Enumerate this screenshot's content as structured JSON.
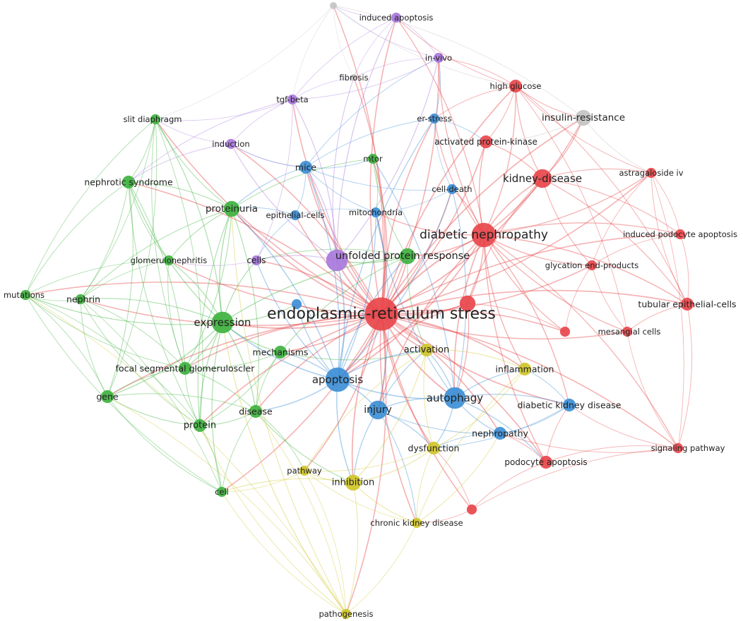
{
  "palette": {
    "red": "#e8474b",
    "green": "#3fb23f",
    "blue": "#3d8fd6",
    "purple": "#a878dc",
    "yellow": "#cfc62a",
    "gray": "#c4c4c4"
  },
  "nodes": [
    {
      "id": "ers",
      "label": "endoplasmic-reticulum stress",
      "cluster": "red",
      "weight": 10
    },
    {
      "id": "dn",
      "label": "diabetic nephropathy",
      "cluster": "red",
      "weight": 7
    },
    {
      "id": "kd",
      "label": "kidney-disease",
      "cluster": "red",
      "weight": 5
    },
    {
      "id": "hg",
      "label": "high glucose",
      "cluster": "red",
      "weight": 3
    },
    {
      "id": "apk",
      "label": "activated protein-kinase",
      "cluster": "red",
      "weight": 3
    },
    {
      "id": "asiv",
      "label": "astragaloside iv",
      "cluster": "red",
      "weight": 2
    },
    {
      "id": "ipa",
      "label": "induced podocyte apoptosis",
      "cluster": "red",
      "weight": 2
    },
    {
      "id": "gep",
      "label": "glycation end-products",
      "cluster": "red",
      "weight": 2
    },
    {
      "id": "tec",
      "label": "tubular epithelial-cells",
      "cluster": "red",
      "weight": 3
    },
    {
      "id": "mc",
      "label": "mesangial cells",
      "cluster": "red",
      "weight": 2
    },
    {
      "id": "sp",
      "label": "signaling pathway",
      "cluster": "red",
      "weight": 2
    },
    {
      "id": "pa",
      "label": "podocyte apoptosis",
      "cluster": "red",
      "weight": 3
    },
    {
      "id": "r1",
      "label": "",
      "cluster": "red",
      "weight": 4
    },
    {
      "id": "r2",
      "label": "",
      "cluster": "red",
      "weight": 2
    },
    {
      "id": "r3",
      "label": "",
      "cluster": "red",
      "weight": 2
    },
    {
      "id": "sd",
      "label": "slit diaphragm",
      "cluster": "green",
      "weight": 2
    },
    {
      "id": "ns",
      "label": "nephrotic syndrome",
      "cluster": "green",
      "weight": 3
    },
    {
      "id": "pu",
      "label": "proteinuria",
      "cluster": "green",
      "weight": 4
    },
    {
      "id": "gn",
      "label": "glomerulonephritis",
      "cluster": "green",
      "weight": 2
    },
    {
      "id": "mut",
      "label": "mutations",
      "cluster": "green",
      "weight": 2
    },
    {
      "id": "nep",
      "label": "nephrin",
      "cluster": "green",
      "weight": 2
    },
    {
      "id": "exp",
      "label": "expression",
      "cluster": "green",
      "weight": 6
    },
    {
      "id": "mech",
      "label": "mechanisms",
      "cluster": "green",
      "weight": 3
    },
    {
      "id": "fsg",
      "label": "focal segmental glomeruloscler",
      "cluster": "green",
      "weight": 3
    },
    {
      "id": "gene",
      "label": "gene",
      "cluster": "green",
      "weight": 3
    },
    {
      "id": "dis",
      "label": "disease",
      "cluster": "green",
      "weight": 3
    },
    {
      "id": "prot",
      "label": "protein",
      "cluster": "green",
      "weight": 3
    },
    {
      "id": "cell",
      "label": "cell",
      "cluster": "green",
      "weight": 2
    },
    {
      "id": "mtor",
      "label": "mtor",
      "cluster": "green",
      "weight": 2
    },
    {
      "id": "upr",
      "label": "unfolded protein response",
      "cluster": "green",
      "weight": 4
    },
    {
      "id": "mice",
      "label": "mice",
      "cluster": "blue",
      "weight": 3
    },
    {
      "id": "es",
      "label": "er-stress",
      "cluster": "blue",
      "weight": 2
    },
    {
      "id": "cd",
      "label": "cell-death",
      "cluster": "blue",
      "weight": 2
    },
    {
      "id": "ec",
      "label": "epithelial-cells",
      "cluster": "blue",
      "weight": 2
    },
    {
      "id": "mito",
      "label": "mitochondria",
      "cluster": "blue",
      "weight": 2
    },
    {
      "id": "apo",
      "label": "apoptosis",
      "cluster": "blue",
      "weight": 7
    },
    {
      "id": "inj",
      "label": "injury",
      "cluster": "blue",
      "weight": 5
    },
    {
      "id": "aut",
      "label": "autophagy",
      "cluster": "blue",
      "weight": 6
    },
    {
      "id": "dkd",
      "label": "diabetic kidney disease",
      "cluster": "blue",
      "weight": 3
    },
    {
      "id": "neph",
      "label": "nephropathy",
      "cluster": "blue",
      "weight": 3
    },
    {
      "id": "b1",
      "label": "",
      "cluster": "blue",
      "weight": 2
    },
    {
      "id": "ia",
      "label": "induced apoptosis",
      "cluster": "purple",
      "weight": 2
    },
    {
      "id": "iv",
      "label": "in-vivo",
      "cluster": "purple",
      "weight": 2
    },
    {
      "id": "tgf",
      "label": "tgf-beta",
      "cluster": "purple",
      "weight": 2
    },
    {
      "id": "ind",
      "label": "induction",
      "cluster": "purple",
      "weight": 2
    },
    {
      "id": "cells",
      "label": "cells",
      "cluster": "purple",
      "weight": 2
    },
    {
      "id": "p1",
      "label": "",
      "cluster": "purple",
      "weight": 6
    },
    {
      "id": "act",
      "label": "activation",
      "cluster": "yellow",
      "weight": 3
    },
    {
      "id": "infl",
      "label": "inflammation",
      "cluster": "yellow",
      "weight": 3
    },
    {
      "id": "dys",
      "label": "dysfunction",
      "cluster": "yellow",
      "weight": 3
    },
    {
      "id": "pw",
      "label": "pathway",
      "cluster": "yellow",
      "weight": 2
    },
    {
      "id": "inh",
      "label": "inhibition",
      "cluster": "yellow",
      "weight": 4
    },
    {
      "id": "ckd",
      "label": "chronic kidney disease",
      "cluster": "yellow",
      "weight": 2
    },
    {
      "id": "path",
      "label": "pathogenesis",
      "cluster": "yellow",
      "weight": 2
    },
    {
      "id": "ir",
      "label": "insulin-resistance",
      "cluster": "gray",
      "weight": 4
    },
    {
      "id": "fib",
      "label": "fibrosis",
      "cluster": "gray",
      "weight": 1
    },
    {
      "id": "g1",
      "label": "",
      "cluster": "gray",
      "weight": 1
    }
  ],
  "links": [
    [
      "ers",
      "dn"
    ],
    [
      "ers",
      "kd"
    ],
    [
      "ers",
      "apo"
    ],
    [
      "ers",
      "aut"
    ],
    [
      "ers",
      "inj"
    ],
    [
      "ers",
      "upr"
    ],
    [
      "ers",
      "exp"
    ],
    [
      "ers",
      "act"
    ],
    [
      "ers",
      "hg"
    ],
    [
      "ers",
      "apk"
    ],
    [
      "ers",
      "mice"
    ],
    [
      "ers",
      "mito"
    ],
    [
      "ers",
      "es"
    ],
    [
      "ers",
      "cd"
    ],
    [
      "ers",
      "pu"
    ],
    [
      "ers",
      "dis"
    ],
    [
      "ers",
      "infl"
    ],
    [
      "ers",
      "dys"
    ],
    [
      "ers",
      "neph"
    ],
    [
      "ers",
      "dkd"
    ],
    [
      "ers",
      "pa"
    ],
    [
      "ers",
      "mc"
    ],
    [
      "ers",
      "tec"
    ],
    [
      "ers",
      "gep"
    ],
    [
      "ers",
      "ipa"
    ],
    [
      "ers",
      "asiv"
    ],
    [
      "ers",
      "sp"
    ],
    [
      "ers",
      "inh"
    ],
    [
      "ers",
      "pw"
    ],
    [
      "ers",
      "ckd"
    ],
    [
      "ers",
      "path"
    ],
    [
      "ers",
      "fsg"
    ],
    [
      "ers",
      "mech"
    ],
    [
      "ers",
      "prot"
    ],
    [
      "ers",
      "cell"
    ],
    [
      "ers",
      "gene"
    ],
    [
      "ers",
      "nep"
    ],
    [
      "ers",
      "mut"
    ],
    [
      "ers",
      "gn"
    ],
    [
      "ers",
      "ns"
    ],
    [
      "ers",
      "sd"
    ],
    [
      "ers",
      "ind"
    ],
    [
      "ers",
      "tgf"
    ],
    [
      "ers",
      "iv"
    ],
    [
      "ers",
      "ia"
    ],
    [
      "ers",
      "fib"
    ],
    [
      "ers",
      "ir"
    ],
    [
      "ers",
      "cells"
    ],
    [
      "ers",
      "ec"
    ],
    [
      "ers",
      "mtor"
    ],
    [
      "ers",
      "p1"
    ],
    [
      "ers",
      "r1"
    ],
    [
      "ers",
      "r2"
    ],
    [
      "ers",
      "r3"
    ],
    [
      "ers",
      "b1"
    ],
    [
      "ers",
      "g1"
    ],
    [
      "dn",
      "kd"
    ],
    [
      "dn",
      "hg"
    ],
    [
      "dn",
      "apk"
    ],
    [
      "dn",
      "asiv"
    ],
    [
      "dn",
      "ipa"
    ],
    [
      "dn",
      "gep"
    ],
    [
      "dn",
      "tec"
    ],
    [
      "dn",
      "mc"
    ],
    [
      "dn",
      "sp"
    ],
    [
      "dn",
      "pa"
    ],
    [
      "dn",
      "r1"
    ],
    [
      "dn",
      "r2"
    ],
    [
      "dn",
      "apo"
    ],
    [
      "dn",
      "aut"
    ],
    [
      "dn",
      "upr"
    ],
    [
      "dn",
      "ir"
    ],
    [
      "dn",
      "dkd"
    ],
    [
      "dn",
      "infl"
    ],
    [
      "dn",
      "es"
    ],
    [
      "dn",
      "cd"
    ],
    [
      "dn",
      "iv"
    ],
    [
      "dn",
      "ia"
    ],
    [
      "dn",
      "mito"
    ],
    [
      "dn",
      "inj"
    ],
    [
      "kd",
      "hg"
    ],
    [
      "kd",
      "apk"
    ],
    [
      "kd",
      "asiv"
    ],
    [
      "kd",
      "ir"
    ],
    [
      "kd",
      "ipa"
    ],
    [
      "kd",
      "gep"
    ],
    [
      "kd",
      "tec"
    ],
    [
      "kd",
      "r1"
    ],
    [
      "hg",
      "apk"
    ],
    [
      "hg",
      "iv"
    ],
    [
      "hg",
      "ia"
    ],
    [
      "hg",
      "asiv"
    ],
    [
      "hg",
      "tec"
    ],
    [
      "hg",
      "ir"
    ],
    [
      "hg",
      "mc"
    ],
    [
      "hg",
      "es"
    ],
    [
      "asiv",
      "ipa"
    ],
    [
      "asiv",
      "tec"
    ],
    [
      "asiv",
      "sp"
    ],
    [
      "asiv",
      "gep"
    ],
    [
      "ipa",
      "tec"
    ],
    [
      "ipa",
      "gep"
    ],
    [
      "tec",
      "sp"
    ],
    [
      "tec",
      "mc"
    ],
    [
      "mc",
      "gep"
    ],
    [
      "mc",
      "sp"
    ],
    [
      "pa",
      "sp"
    ],
    [
      "pa",
      "r3"
    ],
    [
      "pa",
      "dkd"
    ],
    [
      "pa",
      "neph"
    ],
    [
      "r3",
      "ckd"
    ],
    [
      "r3",
      "dys"
    ],
    [
      "sp",
      "dkd"
    ],
    [
      "sp",
      "r3"
    ],
    [
      "sp",
      "neph"
    ],
    [
      "gep",
      "r2"
    ],
    [
      "r1",
      "r2"
    ],
    [
      "r1",
      "apo"
    ],
    [
      "r1",
      "aut"
    ],
    [
      "apo",
      "aut"
    ],
    [
      "apo",
      "inj"
    ],
    [
      "apo",
      "mice"
    ],
    [
      "apo",
      "upr"
    ],
    [
      "apo",
      "mito"
    ],
    [
      "apo",
      "exp"
    ],
    [
      "apo",
      "pu"
    ],
    [
      "apo",
      "act"
    ],
    [
      "apo",
      "cd"
    ],
    [
      "apo",
      "es"
    ],
    [
      "apo",
      "mech"
    ],
    [
      "apo",
      "dis"
    ],
    [
      "apo",
      "inh"
    ],
    [
      "apo",
      "b1"
    ],
    [
      "apo",
      "p1"
    ],
    [
      "apo",
      "cells"
    ],
    [
      "aut",
      "inj"
    ],
    [
      "aut",
      "dkd"
    ],
    [
      "aut",
      "neph"
    ],
    [
      "aut",
      "infl"
    ],
    [
      "aut",
      "act"
    ],
    [
      "aut",
      "dys"
    ],
    [
      "aut",
      "mtor"
    ],
    [
      "aut",
      "mito"
    ],
    [
      "aut",
      "cd"
    ],
    [
      "aut",
      "pa"
    ],
    [
      "inj",
      "neph"
    ],
    [
      "inj",
      "dys"
    ],
    [
      "inj",
      "inh"
    ],
    [
      "inj",
      "act"
    ],
    [
      "inj",
      "mito"
    ],
    [
      "inj",
      "ckd"
    ],
    [
      "mice",
      "cd"
    ],
    [
      "mice",
      "ec"
    ],
    [
      "mice",
      "mito"
    ],
    [
      "mice",
      "es"
    ],
    [
      "mice",
      "mtor"
    ],
    [
      "mice",
      "iv"
    ],
    [
      "mice",
      "pu"
    ],
    [
      "mice",
      "ind"
    ],
    [
      "es",
      "cd"
    ],
    [
      "es",
      "apk"
    ],
    [
      "es",
      "iv"
    ],
    [
      "cd",
      "mito"
    ],
    [
      "ec",
      "pu"
    ],
    [
      "ec",
      "mito"
    ],
    [
      "ec",
      "cells"
    ],
    [
      "dkd",
      "neph"
    ],
    [
      "dkd",
      "infl"
    ],
    [
      "dkd",
      "dys"
    ],
    [
      "neph",
      "dys"
    ],
    [
      "exp",
      "pu"
    ],
    [
      "exp",
      "nep"
    ],
    [
      "exp",
      "gene"
    ],
    [
      "exp",
      "prot"
    ],
    [
      "exp",
      "fsg"
    ],
    [
      "exp",
      "mech"
    ],
    [
      "exp",
      "dis"
    ],
    [
      "exp",
      "gn"
    ],
    [
      "exp",
      "ns"
    ],
    [
      "exp",
      "sd"
    ],
    [
      "exp",
      "mut"
    ],
    [
      "exp",
      "cell"
    ],
    [
      "exp",
      "cells"
    ],
    [
      "exp",
      "b1"
    ],
    [
      "exp",
      "upr"
    ],
    [
      "pu",
      "ns"
    ],
    [
      "pu",
      "sd"
    ],
    [
      "pu",
      "gn"
    ],
    [
      "pu",
      "fsg"
    ],
    [
      "pu",
      "nep"
    ],
    [
      "pu",
      "mtor"
    ],
    [
      "pu",
      "prot"
    ],
    [
      "pu",
      "dis"
    ],
    [
      "ns",
      "sd"
    ],
    [
      "ns",
      "nep"
    ],
    [
      "ns",
      "mut"
    ],
    [
      "ns",
      "fsg"
    ],
    [
      "ns",
      "gn"
    ],
    [
      "ns",
      "gene"
    ],
    [
      "ns",
      "prot"
    ],
    [
      "sd",
      "nep"
    ],
    [
      "sd",
      "mut"
    ],
    [
      "sd",
      "gene"
    ],
    [
      "sd",
      "fsg"
    ],
    [
      "sd",
      "prot"
    ],
    [
      "mut",
      "nep"
    ],
    [
      "mut",
      "gene"
    ],
    [
      "mut",
      "fsg"
    ],
    [
      "mut",
      "prot"
    ],
    [
      "mut",
      "cell"
    ],
    [
      "mut",
      "gn"
    ],
    [
      "nep",
      "gene"
    ],
    [
      "nep",
      "fsg"
    ],
    [
      "nep",
      "prot"
    ],
    [
      "nep",
      "gn"
    ],
    [
      "gene",
      "prot"
    ],
    [
      "gene",
      "fsg"
    ],
    [
      "gene",
      "cell"
    ],
    [
      "gene",
      "dis"
    ],
    [
      "fsg",
      "prot"
    ],
    [
      "fsg",
      "dis"
    ],
    [
      "fsg",
      "mech"
    ],
    [
      "fsg",
      "gn"
    ],
    [
      "prot",
      "dis"
    ],
    [
      "prot",
      "cell"
    ],
    [
      "prot",
      "mech"
    ],
    [
      "dis",
      "mech"
    ],
    [
      "dis",
      "cell"
    ],
    [
      "dis",
      "pw"
    ],
    [
      "dis",
      "inh"
    ],
    [
      "mech",
      "upr"
    ],
    [
      "mech",
      "act"
    ],
    [
      "upr",
      "mtor"
    ],
    [
      "upr",
      "act"
    ],
    [
      "upr",
      "p1"
    ],
    [
      "upr",
      "cells"
    ],
    [
      "mtor",
      "mito"
    ],
    [
      "p1",
      "cells"
    ],
    [
      "p1",
      "ind"
    ],
    [
      "p1",
      "tgf"
    ],
    [
      "p1",
      "fib"
    ],
    [
      "p1",
      "iv"
    ],
    [
      "p1",
      "ia"
    ],
    [
      "p1",
      "mice"
    ],
    [
      "tgf",
      "fib"
    ],
    [
      "tgf",
      "ind"
    ],
    [
      "tgf",
      "ia"
    ],
    [
      "tgf",
      "iv"
    ],
    [
      "tgf",
      "sd"
    ],
    [
      "tgf",
      "ns"
    ],
    [
      "tgf",
      "cells"
    ],
    [
      "ind",
      "ns"
    ],
    [
      "ind",
      "sd"
    ],
    [
      "ind",
      "mice"
    ],
    [
      "ia",
      "iv"
    ],
    [
      "ia",
      "fib"
    ],
    [
      "ia",
      "g1"
    ],
    [
      "iv",
      "fib"
    ],
    [
      "iv",
      "g1"
    ],
    [
      "g1",
      "fib"
    ],
    [
      "g1",
      "ir"
    ],
    [
      "g1",
      "hg"
    ],
    [
      "g1",
      "sd"
    ],
    [
      "g1",
      "tgf"
    ],
    [
      "ir",
      "apk"
    ],
    [
      "ir",
      "asiv"
    ],
    [
      "act",
      "infl"
    ],
    [
      "act",
      "dys"
    ],
    [
      "act",
      "inh"
    ],
    [
      "act",
      "pw"
    ],
    [
      "infl",
      "dys"
    ],
    [
      "infl",
      "ckd"
    ],
    [
      "dys",
      "inh"
    ],
    [
      "dys",
      "ckd"
    ],
    [
      "dys",
      "pw"
    ],
    [
      "pw",
      "inh"
    ],
    [
      "pw",
      "cell"
    ],
    [
      "pw",
      "ckd"
    ],
    [
      "pw",
      "path"
    ],
    [
      "inh",
      "ckd"
    ],
    [
      "inh",
      "path"
    ],
    [
      "inh",
      "cell"
    ],
    [
      "ckd",
      "path"
    ],
    [
      "ckd",
      "neph"
    ],
    [
      "path",
      "cell"
    ],
    [
      "path",
      "gene"
    ],
    [
      "path",
      "prot"
    ],
    [
      "path",
      "dis"
    ],
    [
      "path",
      "exp"
    ],
    [
      "path",
      "mut"
    ],
    [
      "path",
      "pu"
    ],
    [
      "cell",
      "nep"
    ],
    [
      "cells",
      "gn"
    ]
  ]
}
